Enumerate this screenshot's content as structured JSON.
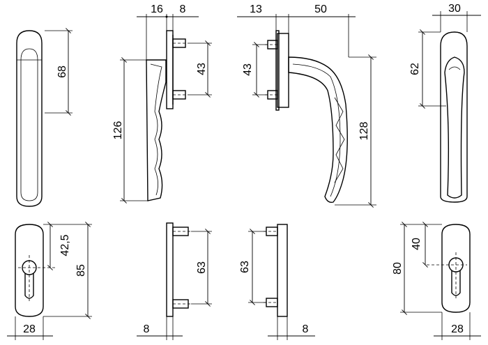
{
  "dimensions": {
    "handle_front_height": "68",
    "handle_side_offset": "16",
    "handle_side_base": "8",
    "handle_side_total": "126",
    "handle_side_hole_spacing": "43",
    "handle_back_base": "13",
    "handle_back_reach": "50",
    "handle_back_hole_spacing": "43",
    "handle_back_total": "128",
    "handle_rear_width": "30",
    "handle_rear_height": "62",
    "plate_front_width": "28",
    "plate_front_cyl_offset": "42,5",
    "plate_front_height": "85",
    "plate_side_thickness": "8",
    "plate_side_hole_spacing": "63",
    "plate_back_hole_spacing": "63",
    "plate_back_thickness": "8",
    "plate_rear_cyl_offset": "40",
    "plate_rear_height": "80",
    "plate_rear_width": "28"
  }
}
